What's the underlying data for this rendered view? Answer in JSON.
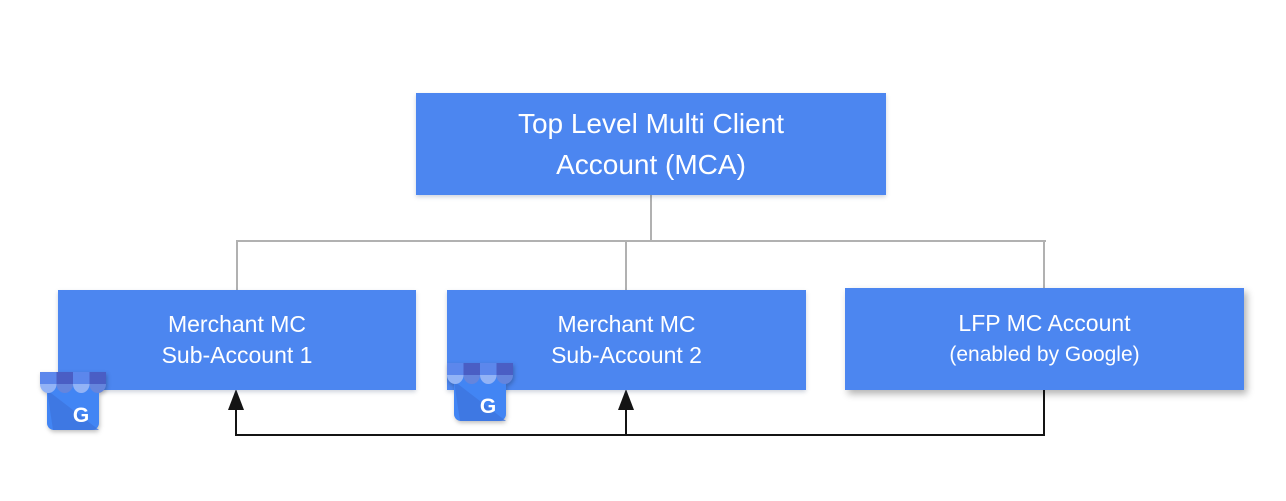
{
  "nodes": {
    "mca": {
      "line1": "Top Level Multi Client",
      "line2": "Account (MCA)"
    },
    "sub1": {
      "line1": "Merchant MC",
      "line2": "Sub-Account 1"
    },
    "sub2": {
      "line1": "Merchant MC",
      "line2": "Sub-Account 2"
    },
    "lfp": {
      "line1": "LFP MC Account",
      "line2": "(enabled by Google)"
    }
  },
  "icons": {
    "gmb_letter": "G",
    "gmb_icon_name": "google-my-business-storefront"
  },
  "colors": {
    "node_fill": "#4C86F0",
    "node_text": "#FFFFFF",
    "tree_connector": "#B1B1B1",
    "flow_connector": "#141414",
    "gmb_body": "#4285F4",
    "gmb_awning_dark": "#4A5EC4",
    "gmb_awning_medium": "#5C87EC",
    "gmb_arc_light": "#92B3F6",
    "gmb_arc_medium": "#6585DD"
  }
}
